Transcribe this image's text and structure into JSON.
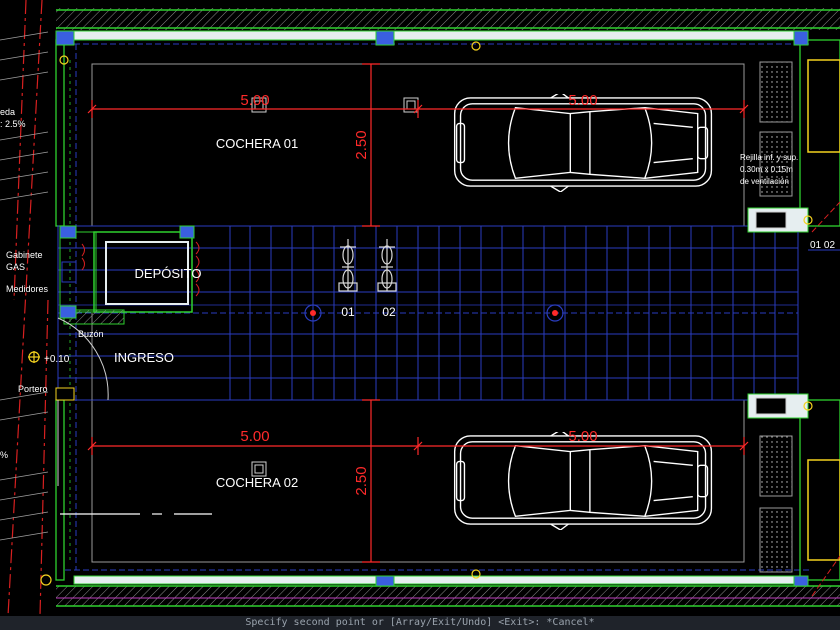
{
  "labels": {
    "cochera1": "COCHERA 01",
    "cochera2": "COCHERA 02",
    "deposito": "DEPÓSITO",
    "ingreso": "INGRESO",
    "gabinete_line1": "Gabinete",
    "gabinete_line2": "GAS",
    "medidores": "Medidores",
    "buzon": "Buzón",
    "portero": "Portero",
    "level": "+0.10",
    "rampa_line1": "eda",
    "rampa_line2": ": 2.5%",
    "edge_pct": "%",
    "rejilla_line1": "Rejilla inf. y sup.",
    "rejilla_line2": "0.30m x 0.15m",
    "rejilla_line3": "de ventilación",
    "bike1": "01",
    "bike2": "02",
    "right_nums": "01 02"
  },
  "dimensions": {
    "top_length_a": "5.00",
    "top_length_b": "5.00",
    "top_width": "2.50",
    "bottom_length_a": "5.00",
    "bottom_length_b": "5.00",
    "bottom_width": "2.50"
  },
  "command_line": {
    "prompt": "Specify second point or [Array/Exit/Undo] <Exit>: *Cancel*"
  },
  "colors": {
    "background": "#000000",
    "wall_green": "#2fd12f",
    "wall_fill": "#e6eef0",
    "grid_blue": "#2a3dbf",
    "hatch_gray": "#9a9a9a",
    "dimension_red": "#ff2a2a",
    "axis_red": "#d82020",
    "marker_yellow": "#f4d21f",
    "column_blue": "#3a5fe0",
    "text_white": "#ffffff"
  }
}
